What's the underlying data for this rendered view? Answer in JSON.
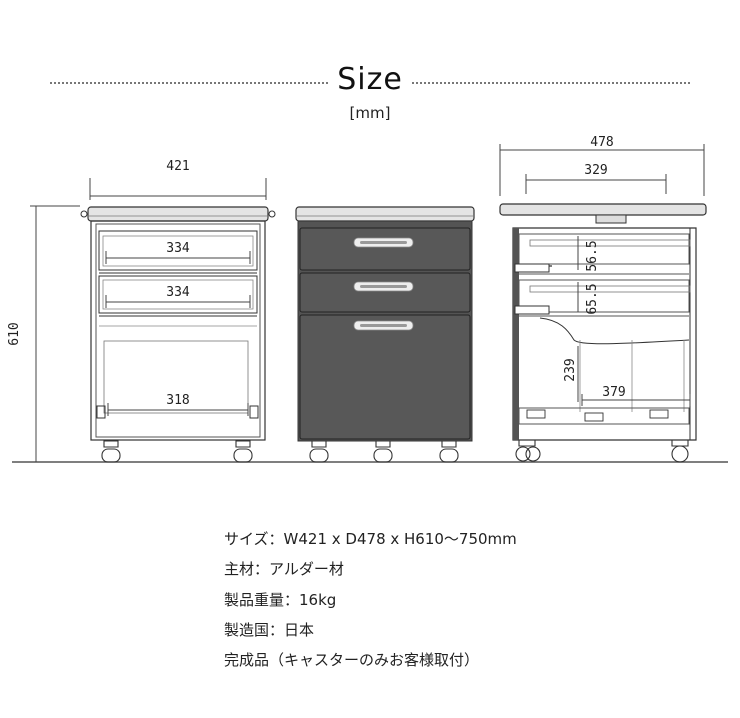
{
  "header": {
    "title": "Size",
    "unit": "[mm]"
  },
  "dimensions": {
    "front_width": "421",
    "total_height": "610",
    "drawer1_inner": "334",
    "drawer2_inner": "334",
    "open_inner": "318",
    "side_depth": "478",
    "side_inner_depth": "329",
    "drawer_height_1": "56.5",
    "drawer_height_2": "65.5",
    "open_height": "239",
    "open_depth": "379"
  },
  "specs": [
    "サイズ：W421 x D478 x H610〜750mm",
    "主材：アルダー材",
    "製品重量：16kg",
    "製造国：日本",
    "完成品（キャスターのみお客様取付）"
  ],
  "colors": {
    "cabinet": "#545454",
    "line": "#333333",
    "top_panel": "#dcdcdc"
  }
}
